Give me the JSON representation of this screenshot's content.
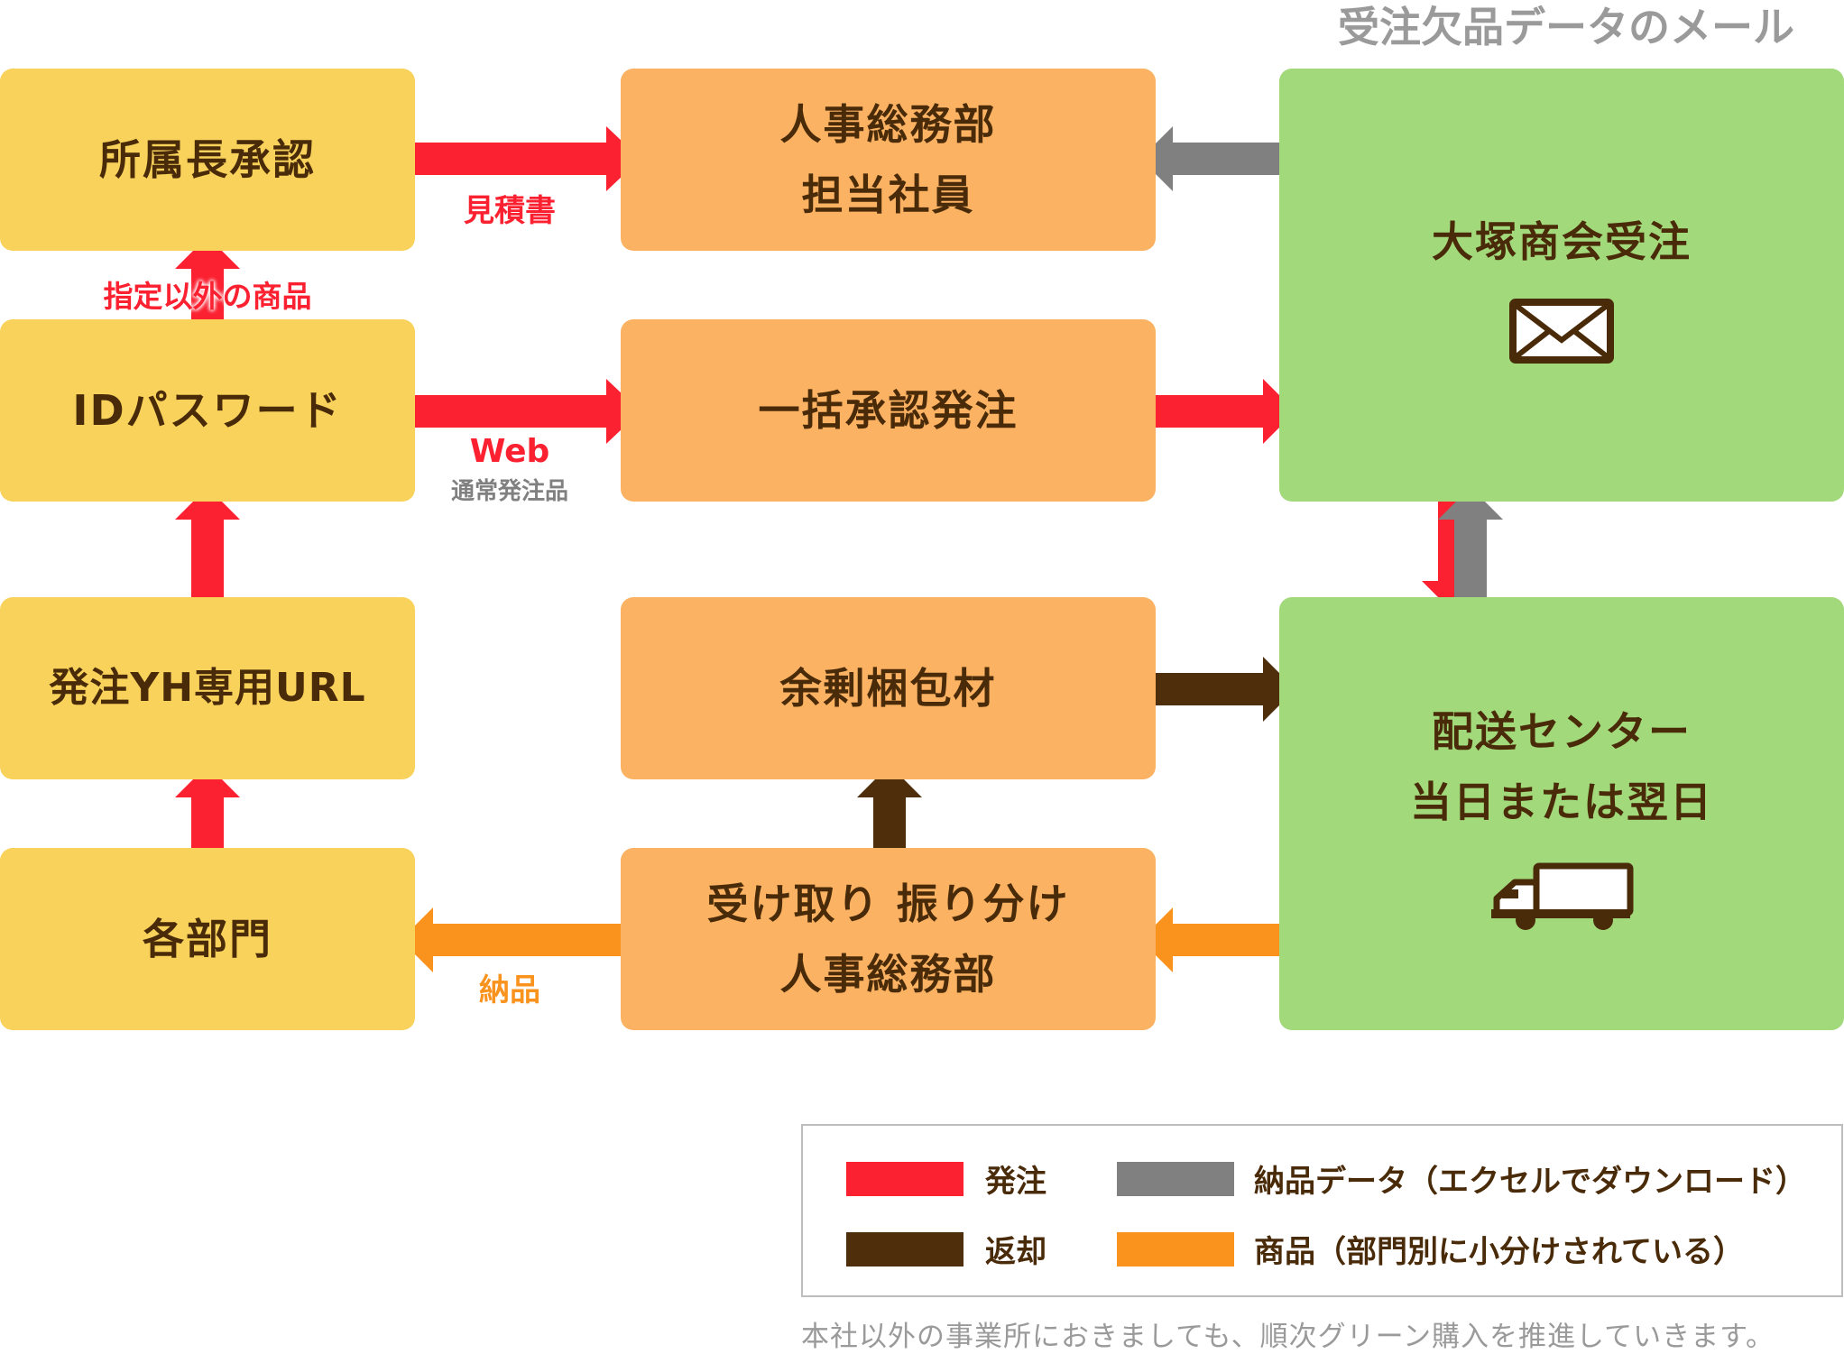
{
  "header_label": "受注欠品データのメール",
  "boxes": {
    "shozoku": "所属長承認",
    "idpass": "IDパスワード",
    "url": "発注YH専用URL",
    "kakubu": "各部門",
    "jinji_line1": "人事総務部",
    "jinji_line2": "担当社員",
    "ikkatsu": "一括承認発注",
    "yojo": "余剰梱包材",
    "uketori_line1": "受け取り 振り分け",
    "uketori_line2": "人事総務部",
    "otsuka": "大塚商会受注",
    "center_line1": "配送センター",
    "center_line2": "当日または翌日"
  },
  "arrow_labels": {
    "mitsumori": "見積書",
    "shitei": "指定以外の商品",
    "web": "Web",
    "tsujo": "通常発注品",
    "nohin": "納品"
  },
  "legend": {
    "order": "発注",
    "data": "納品データ（エクセルでダウンロード）",
    "return": "返却",
    "goods": "商品（部門別に小分けされている）"
  },
  "footer": "本社以外の事業所におきましても、順次グリーン購入を推進していきます。",
  "icons": {
    "mail": "envelope-icon",
    "truck": "truck-icon"
  },
  "colors": {
    "order": "#fb2131",
    "data": "#808080",
    "return": "#4f2e0b",
    "goods": "#fa921e",
    "box_yellow": "#f8d25a",
    "box_orange": "#fbb262",
    "box_green": "#a2d97b"
  }
}
